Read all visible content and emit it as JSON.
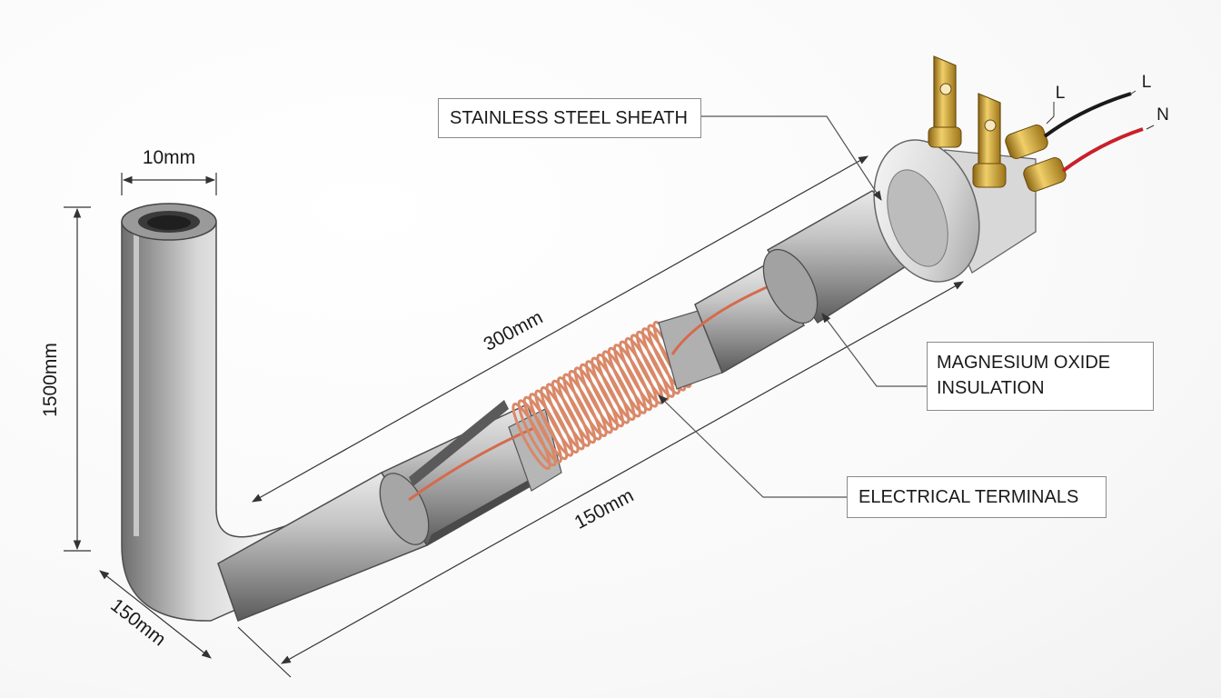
{
  "callouts": {
    "sheath": "STAINLESS STEEL SHEATH",
    "insulation_line1": "MAGNESIUM OXIDE",
    "insulation_line2": "INSULATION",
    "terminals": "ELECTRICAL TERMINALS"
  },
  "dimensions": {
    "diameter": "10mm",
    "vertical_length": "1500mm",
    "bend_length": "150mm",
    "upper_length": "300mm",
    "lower_length": "150mm"
  },
  "wires": {
    "live_1": "L",
    "live_2": "L",
    "neutral": "N"
  },
  "colors": {
    "sheath": "#b8b8b8",
    "coil": "#d98868",
    "brass": "#d4a437",
    "wire_live": "#1a1a1a",
    "wire_neutral": "#c8202a"
  }
}
